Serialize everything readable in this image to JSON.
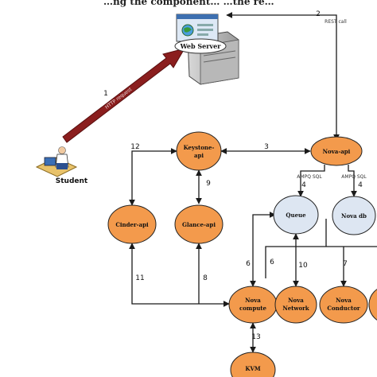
{
  "title": "…ng the component… …the re…",
  "colors": {
    "orange": "#F39A4C",
    "blue_node": "#DDE6F2",
    "arrow_big": "#8B1E1E",
    "line": "#1a1a1a"
  },
  "nodes": {
    "web_server": "Web Server",
    "student": "Student",
    "keystone": "Keystone-\napi",
    "nova_api": "Nova-api",
    "cinder": "Cinder-api",
    "glance": "Glance-api",
    "queue": "Queue",
    "nova_db": "Nova db",
    "nova_compute": "Nova\ncompute",
    "nova_network": "Nova\nNetwork",
    "nova_conductor": "Nova\nConductor",
    "kvm": "KVM"
  },
  "edge_labels": {
    "e1": "1",
    "e1_text": "HTTP request",
    "e2": "2",
    "e2_text": "REST call",
    "e3": "3",
    "e4a": "4",
    "e4a_text": "AMPQ SQL",
    "e4b": "4",
    "e4b_text": "AMPQ SQL",
    "e6a": "6",
    "e6b": "6",
    "e7": "7",
    "e8": "8",
    "e9": "9",
    "e10": "10",
    "e11": "11",
    "e12": "12",
    "e13": "13"
  },
  "icons": {
    "server": "web-server-icon",
    "student": "student-computer-icon"
  }
}
